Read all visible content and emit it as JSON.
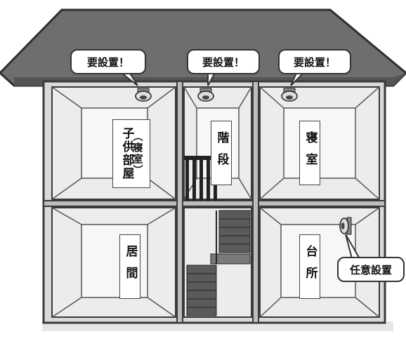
{
  "callouts": {
    "required_left": "要設置！",
    "required_middle": "要設置！",
    "required_right": "要設置！",
    "optional_kitchen": "任意設置"
  },
  "rooms": {
    "child_room": "子供部屋",
    "child_room_note": "（寝室）",
    "stairs": "階段",
    "bedroom": "寝室",
    "living_room": "居間",
    "kitchen": "台所"
  },
  "colors": {
    "roof": "#6e6e6e",
    "wall_line": "#3a3a3a",
    "room_fill": "#f4f4f4",
    "label_bg": "#ffffff",
    "text": "#111111"
  },
  "icons": [
    "smoke-detector-icon",
    "wall-smoke-detector-icon"
  ]
}
